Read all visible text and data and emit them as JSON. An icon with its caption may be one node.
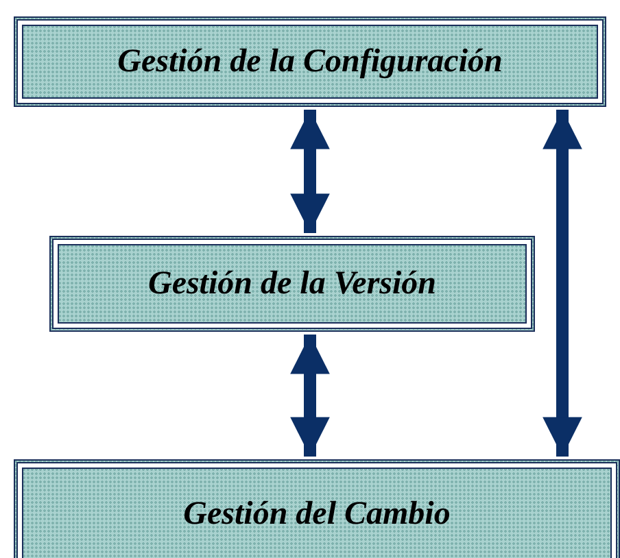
{
  "diagram": {
    "nodes": [
      {
        "text": [
          "Gestión de la Configuración"
        ]
      },
      {
        "text": [
          "Gestión de la Versión"
        ]
      },
      {
        "text": [
          "Gestión del Cambio"
        ]
      }
    ],
    "edges": [
      {
        "from": 0,
        "to": 1,
        "arrow": "both"
      },
      {
        "from": 1,
        "to": 2,
        "arrow": "both"
      },
      {
        "from": 0,
        "to": 2,
        "arrow": "both"
      }
    ]
  }
}
